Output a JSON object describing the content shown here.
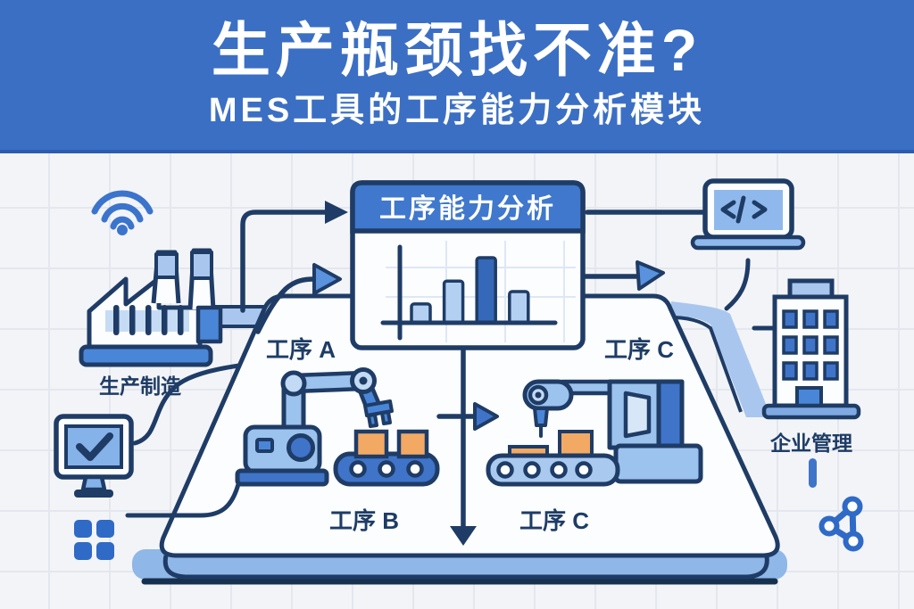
{
  "header": {
    "title": "生产瓶颈找不准?",
    "subtitle": "MES工具的工序能力分析模块"
  },
  "panel": {
    "title": "工序能力分析"
  },
  "chart_data": {
    "type": "bar",
    "title": "工序能力分析",
    "categories": [
      "",
      "",
      "",
      ""
    ],
    "values": [
      29,
      64,
      100,
      48
    ],
    "highlight_index": 2,
    "ylim": [
      0,
      100
    ],
    "xlabel": "",
    "ylabel": "",
    "grid": true,
    "legend": false,
    "bar_color_light": "#b3d0f2",
    "bar_color_dark": "#3568b8",
    "bar_outline": "#1e3c66"
  },
  "labels": {
    "factory": "生产制造",
    "process_a": "工序 A",
    "process_b": "工序 B",
    "process_c_top": "工序 C",
    "process_c_bottom": "工序 C",
    "enterprise": "企业管理"
  },
  "icons": [
    "wifi-icon",
    "factory-icon",
    "monitor-check-icon",
    "checkmark-icon",
    "app-grid-icon",
    "laptop-code-icon",
    "code-icon",
    "building-icon",
    "share-network-icon",
    "robot-arm-icon",
    "conveyor-icon",
    "cnc-machine-icon",
    "arrow-right-icon",
    "arrow-down-icon"
  ],
  "colors": {
    "header_bg": "#3b6fc4",
    "header_border": "#2b5cb0",
    "outline_navy": "#1e3c66",
    "medium_blue": "#3f74c9",
    "bright_blue": "#4a86d8",
    "light_blue": "#9cc2ee",
    "lighter_blue": "#c3daf4",
    "pale_band": "#a9c7ee",
    "platform_front": "#8fb7e8",
    "panel_header": "#3f78cc",
    "orange": "#f2a964",
    "background": "#f3f4f7",
    "grid_line": "#e4e7ee",
    "white": "#fcfdfe",
    "accent_blue": "#2f6ac6"
  }
}
